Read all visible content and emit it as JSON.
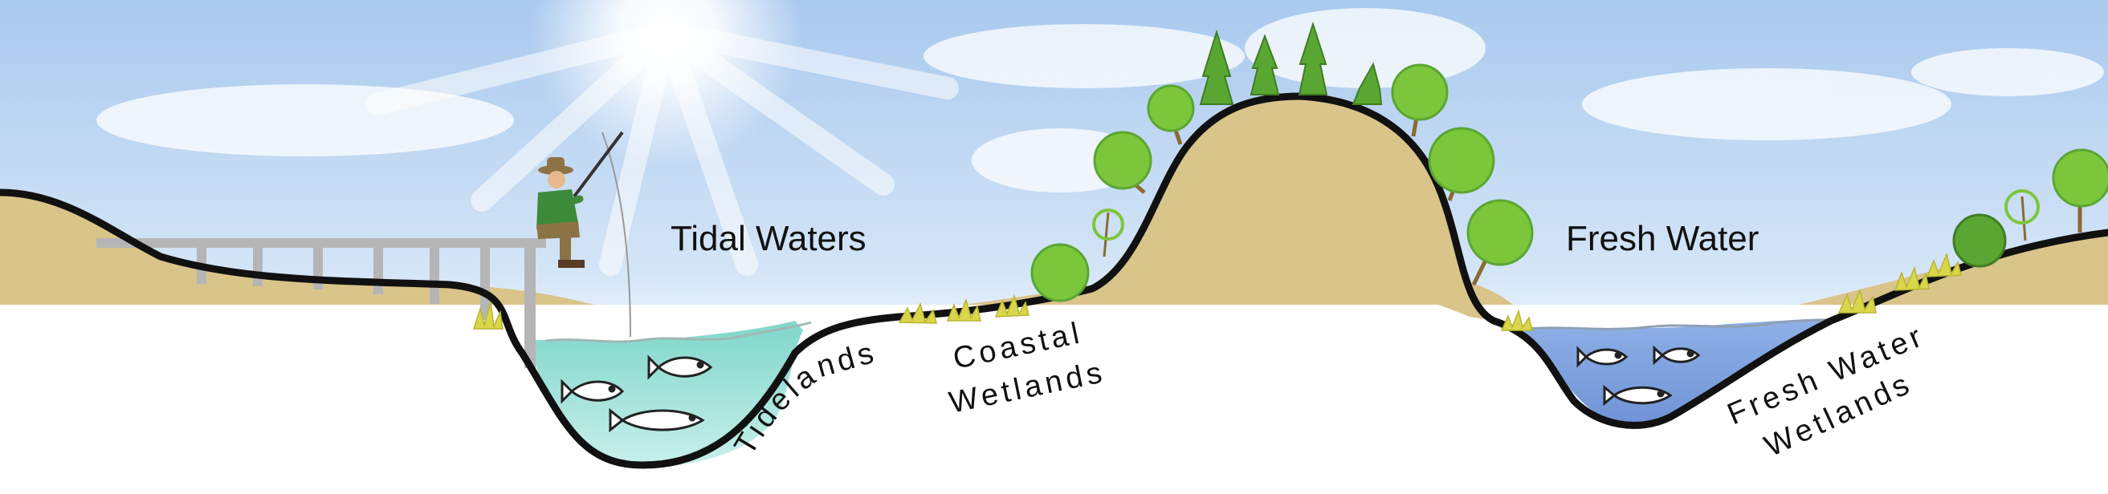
{
  "labels": {
    "tidal_waters": "Tidal Waters",
    "fresh_water": "Fresh Water",
    "tidelands": "Tidelands",
    "coastal_line1": "Coastal",
    "coastal_line2": "Wetlands",
    "fresh_wetlands_line1": "Fresh Water",
    "fresh_wetlands_line2": "Wetlands"
  },
  "colors": {
    "sky_top": "#a9c9ee",
    "sky_bottom": "#ffffff",
    "land": "#d9c48a",
    "outline": "#111111",
    "tidal_water": "#8fdcd0",
    "fresh_water": "#8fb0e6",
    "dock": "#b5b5b5",
    "tree_green": "#7cc63c",
    "pine_green": "#5aa632",
    "grass": "#d9d64a"
  },
  "icons": {
    "fisherman": "fisherman-icon",
    "fish": "fish-icon",
    "sun": "sun-icon",
    "tree": "tree-icon",
    "pine": "pine-tree-icon"
  }
}
